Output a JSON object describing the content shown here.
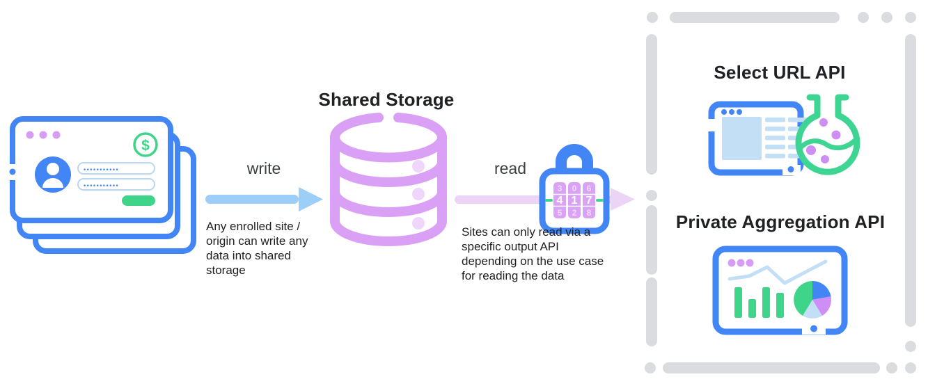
{
  "diagram": {
    "storage_title": "Shared Storage",
    "write_flow": {
      "label": "write",
      "description": "Any enrolled site / origin can write any data into shared storage"
    },
    "read_flow": {
      "label": "read",
      "description": "Sites can only read via a specific output API depending on the use case for reading the data"
    },
    "outputs": {
      "select_url_title": "Select URL API",
      "private_aggregation_title": "Private Aggregation API"
    }
  },
  "site_card": {
    "password_field_1": "•••••••••••",
    "password_field_2": "•••••••••••",
    "currency_symbol": "$"
  },
  "lock": {
    "code": "417",
    "dials": [
      {
        "above": "3",
        "value": "4",
        "below": "5"
      },
      {
        "above": "0",
        "value": "1",
        "below": "2"
      },
      {
        "above": "6",
        "value": "7",
        "below": "8"
      }
    ]
  },
  "icons": {
    "publisher_sites": "stacked-browser-cards",
    "shared_storage": "database-cylinder",
    "read_gate": "combination-padlock",
    "select_url": "browser-window-with-flask",
    "private_aggregation": "dashboard-with-charts",
    "output_boundary": "gray-dashed-frame"
  },
  "colors": {
    "blue": "#4285f4",
    "arrow_blue": "#9ccef8",
    "pale_blue_fill": "#c3dff6",
    "purple_stroke": "#d9a0f5",
    "pale_purple": "#efd6fa",
    "arrow_purple": "#ecd4f7",
    "dot_purple": "#cf8ef3",
    "green": "#3ed489",
    "frame_gray": "#dadce0",
    "text_dark": "#202124"
  }
}
